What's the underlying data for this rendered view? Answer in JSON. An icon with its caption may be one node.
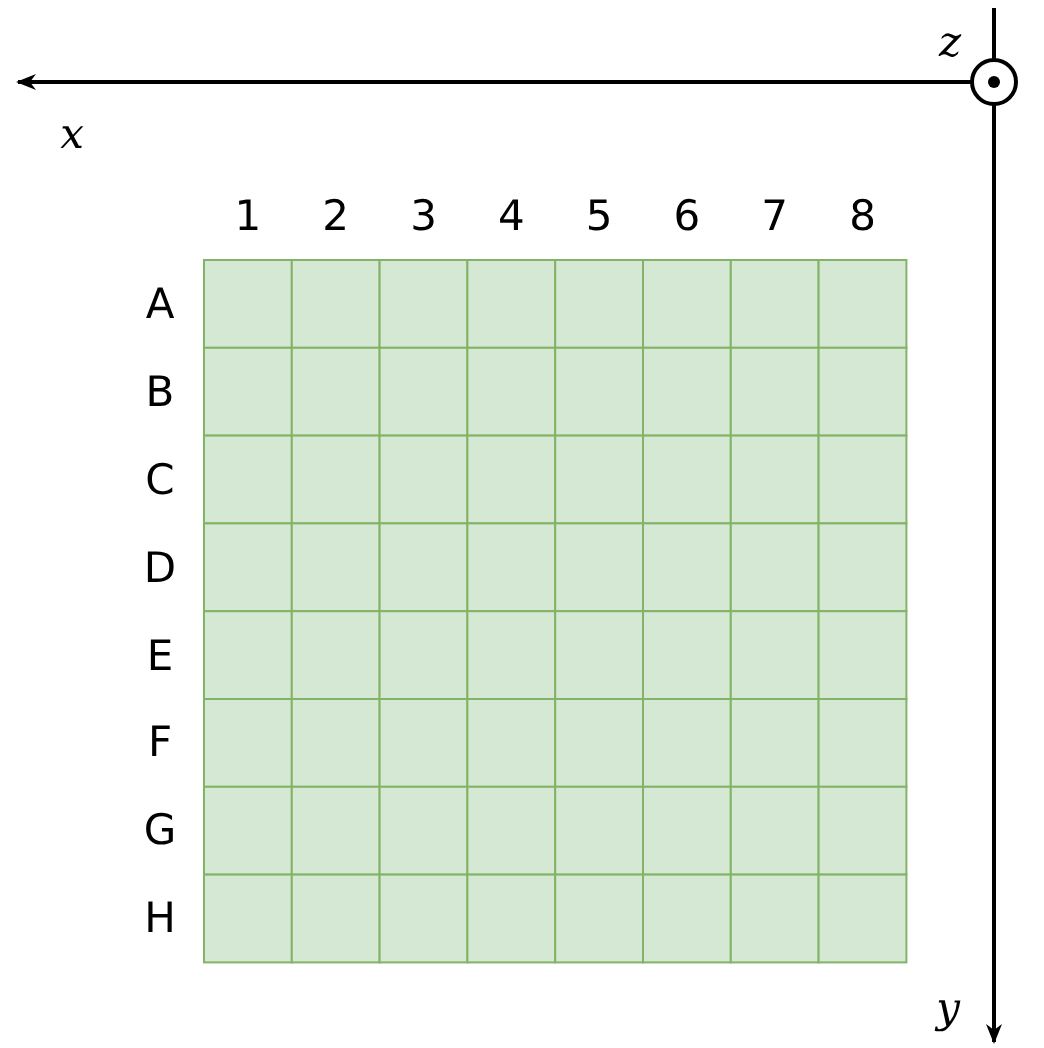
{
  "diagram": {
    "labels": [
      "z",
      "x",
      "1",
      "2",
      "3",
      "4",
      "5",
      "6",
      "7",
      "8",
      "A",
      "B",
      "C",
      "D",
      "E",
      "F",
      "G",
      "H",
      "y"
    ]
  }
}
